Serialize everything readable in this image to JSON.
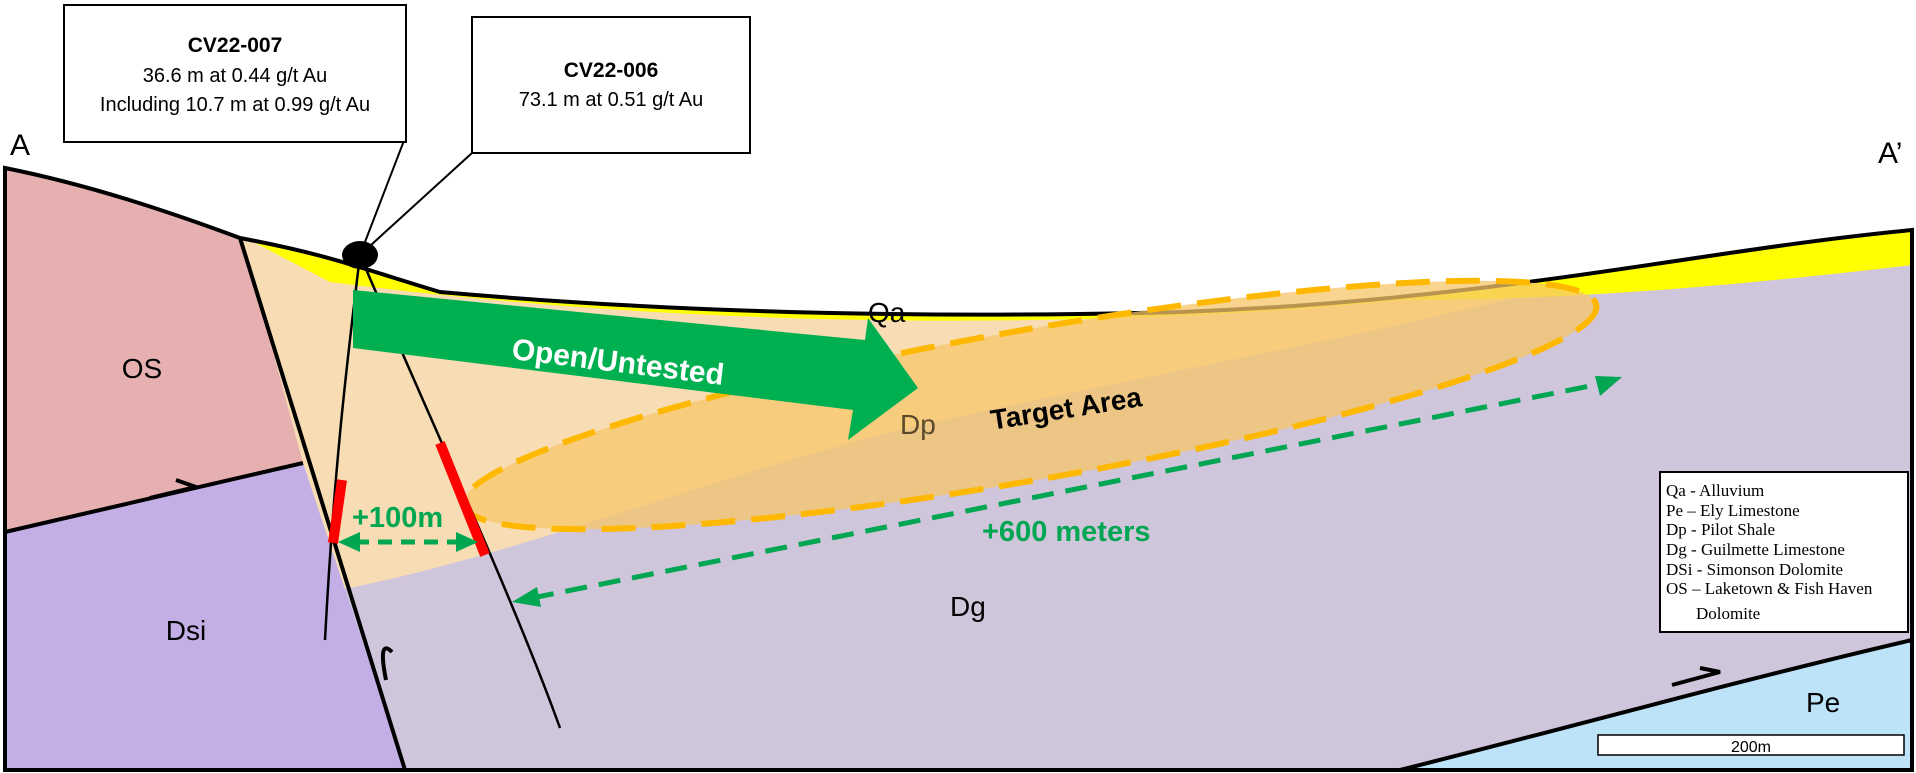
{
  "section": {
    "left_end_label": "A",
    "right_end_label": "A’"
  },
  "callouts": [
    {
      "id": "CV22-007",
      "title": "CV22-007",
      "lines": [
        "36.6 m at 0.44 g/t Au",
        "Including 10.7 m at 0.99 g/t Au"
      ]
    },
    {
      "id": "CV22-006",
      "title": "CV22-006",
      "lines": [
        "73.1 m at 0.51 g/t Au"
      ]
    }
  ],
  "units": {
    "qa": "Qa",
    "os": "OS",
    "dsi": "Dsi",
    "dp": "Dp",
    "dg": "Dg",
    "pe": "Pe"
  },
  "annotations": {
    "open_untested": "Open/Untested",
    "target_area": "Target Area",
    "plus_100m": "+100m",
    "plus_600m": "+600 meters"
  },
  "legend": [
    {
      "code": "Qa",
      "text": "Qa - Alluvium"
    },
    {
      "code": "Pe",
      "text": "Pe – Ely Limestone"
    },
    {
      "code": "Dp",
      "text": "Dp - Pilot Shale"
    },
    {
      "code": "Dg",
      "text": "Dg - Guilmette Limestone"
    },
    {
      "code": "DSi",
      "text": "DSi - Simonson Dolomite"
    },
    {
      "code": "OS",
      "text": "OS – Laketown & Fish Haven"
    },
    {
      "code": "OS-cont",
      "text": "Dolomite"
    }
  ],
  "scale_bar": {
    "label": "200m"
  },
  "colors": {
    "alluvium": "#ffff00",
    "os": "#e6b0b0",
    "dsi": "#c3aee6",
    "dp": "#f8ddb4",
    "dg": "#cfc6dc",
    "pe": "#bde3f8",
    "target_fill": "#f7c56a",
    "target_outline": "#ffb800",
    "arrow_green": "#00b050",
    "mineralized": "#ff0000"
  }
}
